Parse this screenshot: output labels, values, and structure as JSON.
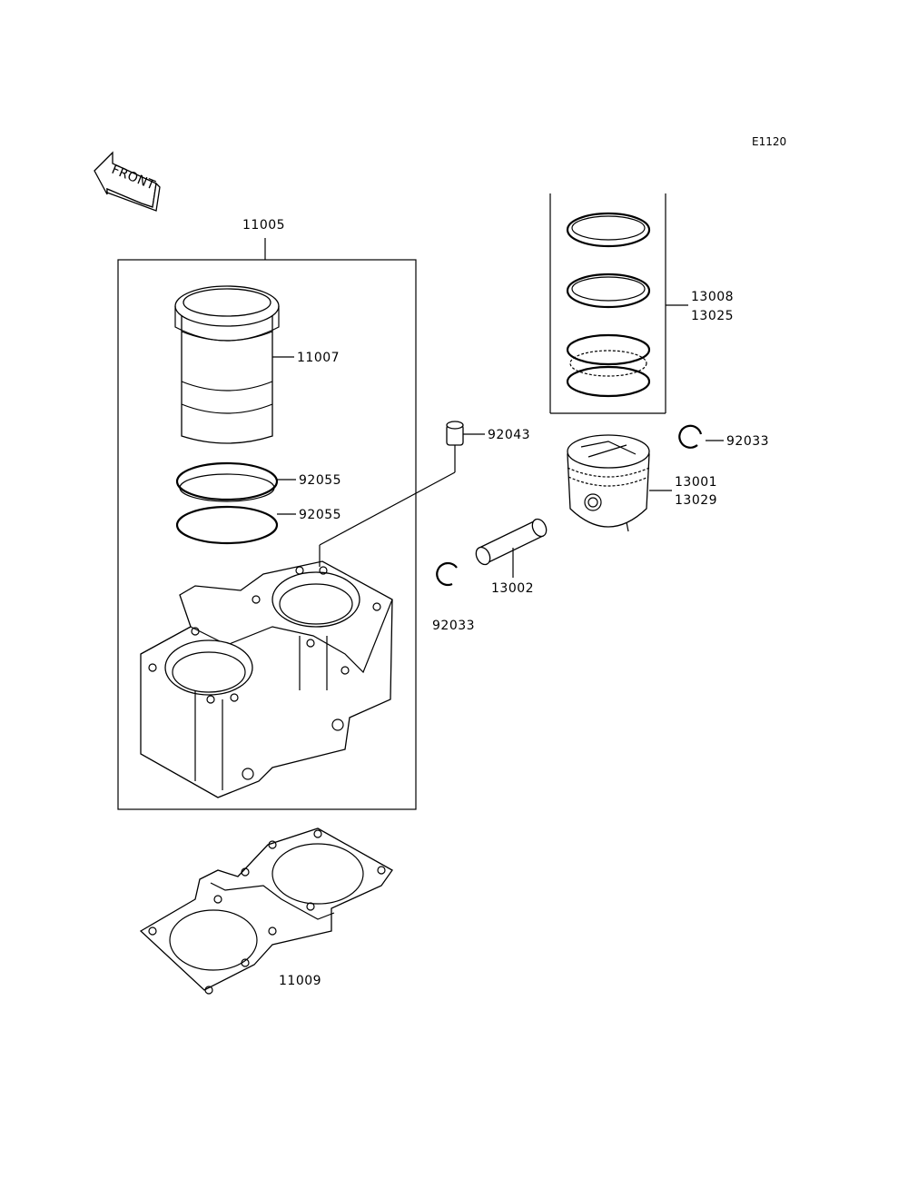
{
  "diagram": {
    "code": "E1120",
    "front_label": "FRONT",
    "parts": {
      "p11005": "11005",
      "p11007": "11007",
      "p92055a": "92055",
      "p92055b": "92055",
      "p92043": "92043",
      "p13008": "13008",
      "p13025": "13025",
      "p92033a": "92033",
      "p13001": "13001",
      "p13029": "13029",
      "p13002": "13002",
      "p92033b": "92033",
      "p11009": "11009"
    }
  }
}
